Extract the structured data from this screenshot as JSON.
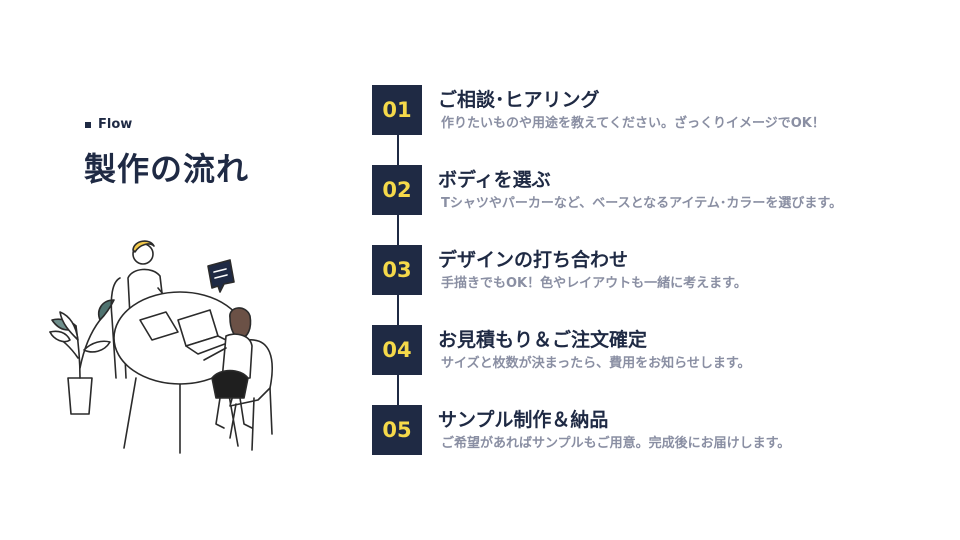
{
  "header": {
    "tag": "Flow",
    "title": "製作の流れ"
  },
  "colors": {
    "navy": "#1f2a44",
    "accent_yellow": "#f5d94a",
    "desc_gray": "#8a8fa3"
  },
  "steps": [
    {
      "number": "01",
      "title": "ご相談･ヒアリング",
      "desc": "作りたいものや用途を教えてください。ざっくりイメージでOK！"
    },
    {
      "number": "02",
      "title": "ボディを選ぶ",
      "desc": "Tシャツやパーカーなど、ベースとなるアイテム･カラーを選びます。"
    },
    {
      "number": "03",
      "title": "デザインの打ち合わせ",
      "desc": "手描きでもOK！色やレイアウトも一緒に考えます。"
    },
    {
      "number": "04",
      "title": "お見積もり＆ご注文確定",
      "desc": "サイズと枚数が決まったら、費用をお知らせします。"
    },
    {
      "number": "05",
      "title": "サンプル制作＆納品",
      "desc": "ご希望があればサンプルもご用意。完成後にお届けします。"
    }
  ]
}
